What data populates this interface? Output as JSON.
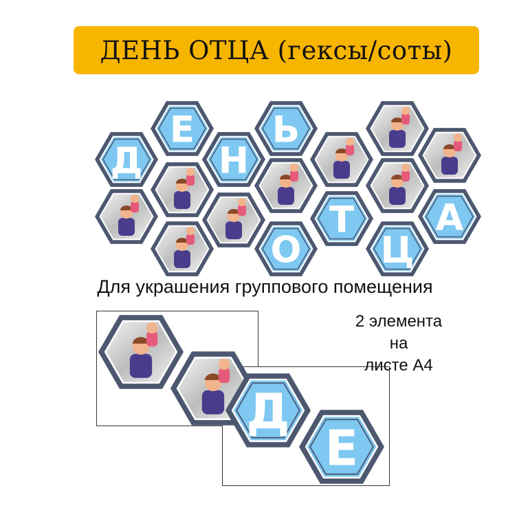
{
  "title": "ДЕНЬ ОТЦА (гексы/соты)",
  "subtitle": "Для украшения группового помещения",
  "note": {
    "line1": "2 элемента",
    "line2": "на",
    "line3": "листе А4"
  },
  "hex_letters": {
    "d": "Д",
    "e": "Е",
    "n": "Н",
    "soft": "Ь",
    "o": "О",
    "t": "Т",
    "ts": "Ц",
    "a": "А"
  },
  "preview_letters": {
    "d": "Д",
    "e": "Е"
  },
  "colors": {
    "accent": "#f7b500",
    "hex_outer": "#4d5870",
    "hex_inner": "#7ec8f2"
  }
}
